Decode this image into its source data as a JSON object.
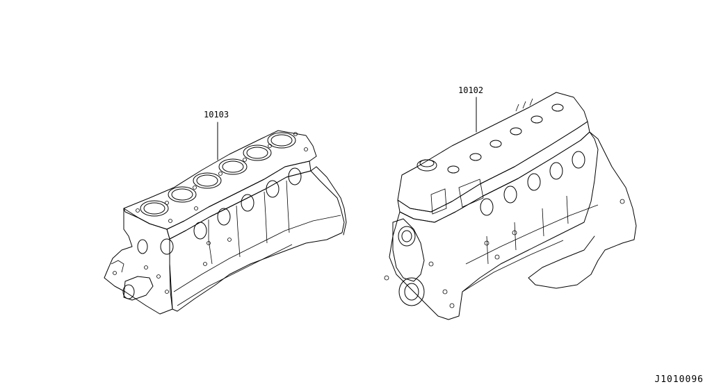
{
  "labels": {
    "short_block": "10103",
    "long_engine": "10102",
    "figure_id": "J1010096"
  }
}
